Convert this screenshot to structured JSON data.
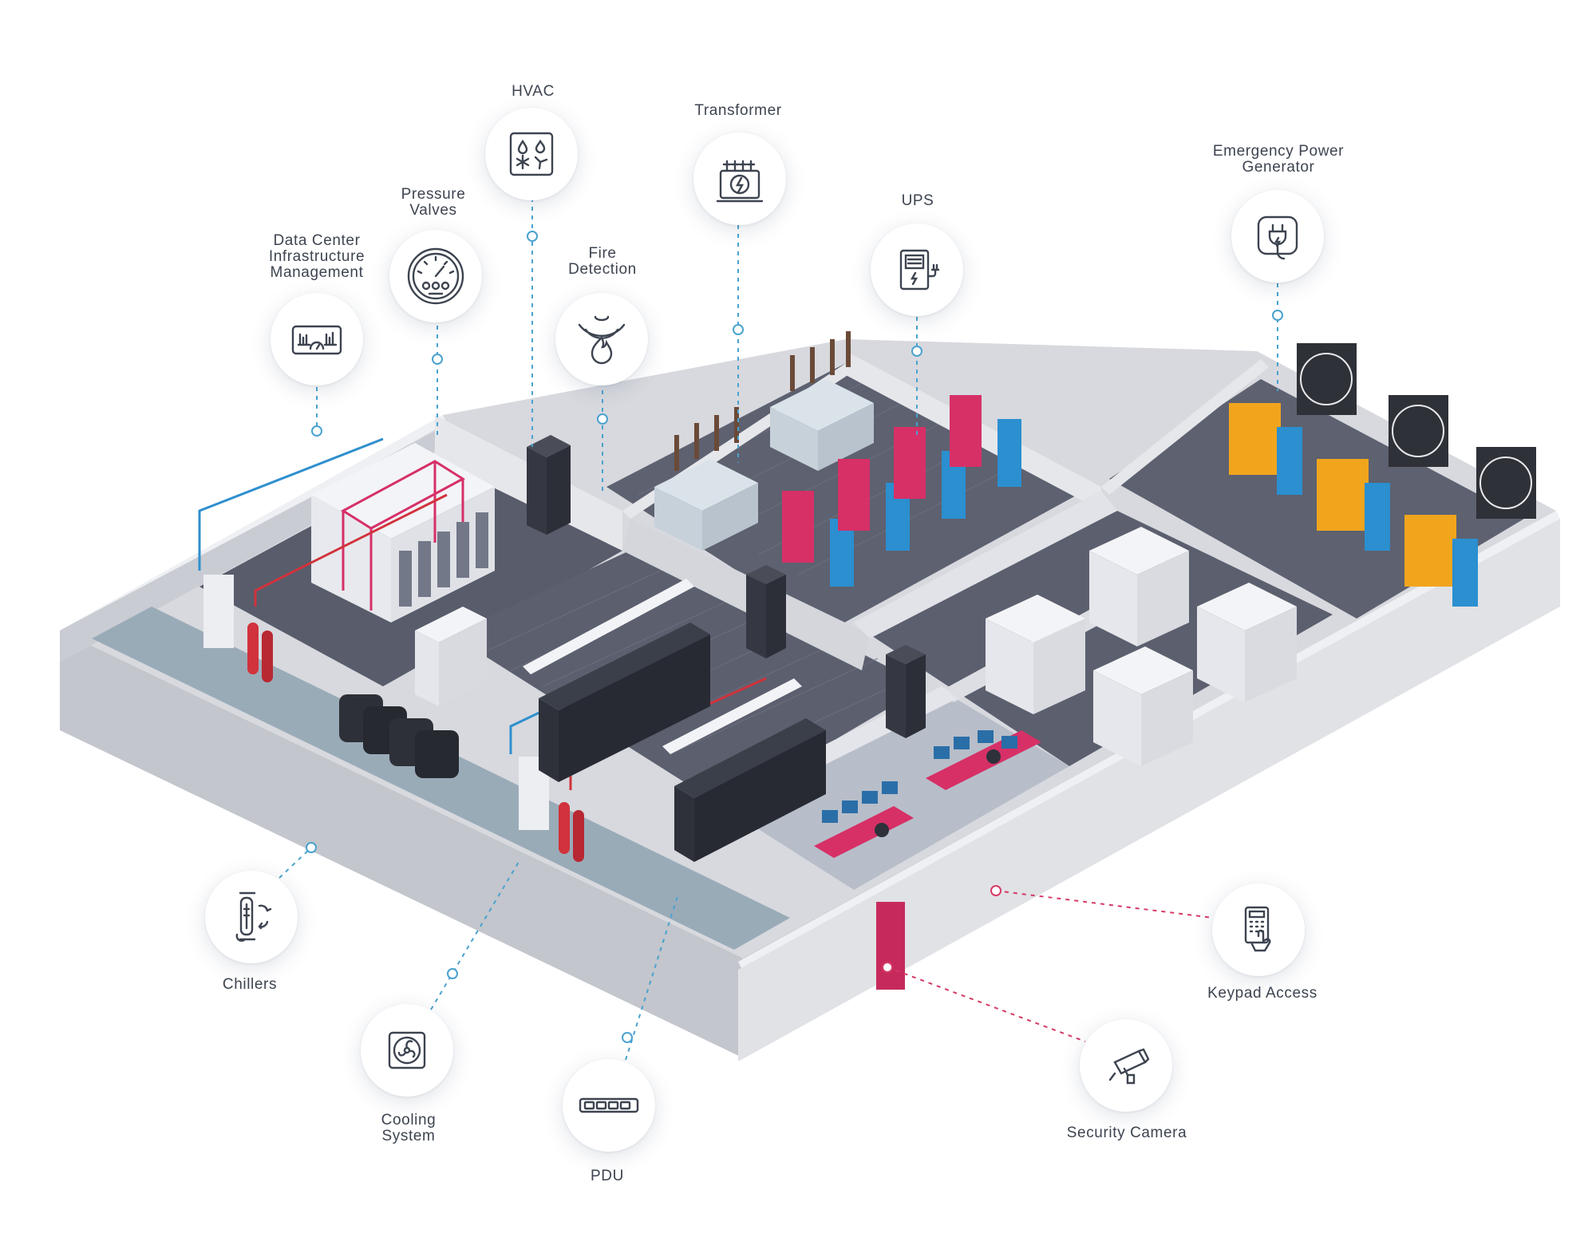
{
  "palette": {
    "floor": "#585c6b",
    "wall_top": "#e4e5ea",
    "wall_side": "#b9bcc6",
    "corridor": "#9aabb8",
    "pipe_red": "#d1323c",
    "pipe_blue": "#2f8fce",
    "ups_pink": "#d63067",
    "battery_blue": "#2b8fd0",
    "generator_yellow": "#f1a51d",
    "door": "#c62a5c",
    "connector_blue": "#4aa2cf",
    "connector_pink": "#d63a64",
    "icon_stroke": "#3d4450"
  },
  "labels": {
    "dcim": "Data Center Infrastructure Management",
    "pressure_valves": "Pressure Valves",
    "hvac": "HVAC",
    "fire_detection": "Fire Detection",
    "transformer": "Transformer",
    "ups": "UPS",
    "generator": "Emergency Power Generator",
    "chillers": "Chillers",
    "cooling": "Cooling System",
    "pdu": "PDU",
    "keypad": "Keypad Access",
    "camera": "Security Camera"
  },
  "icons": {
    "dcim": "dashboard-gauge-icon",
    "pressure_valves": "pressure-gauge-icon",
    "hvac": "hvac-unit-icon",
    "fire_detection": "fire-sensor-icon",
    "transformer": "transformer-icon",
    "ups": "ups-battery-icon",
    "generator": "power-plug-icon",
    "chillers": "thermometer-arrows-icon",
    "cooling": "fan-icon",
    "pdu": "power-strip-icon",
    "keypad": "keypad-hand-icon",
    "camera": "cctv-camera-icon"
  }
}
